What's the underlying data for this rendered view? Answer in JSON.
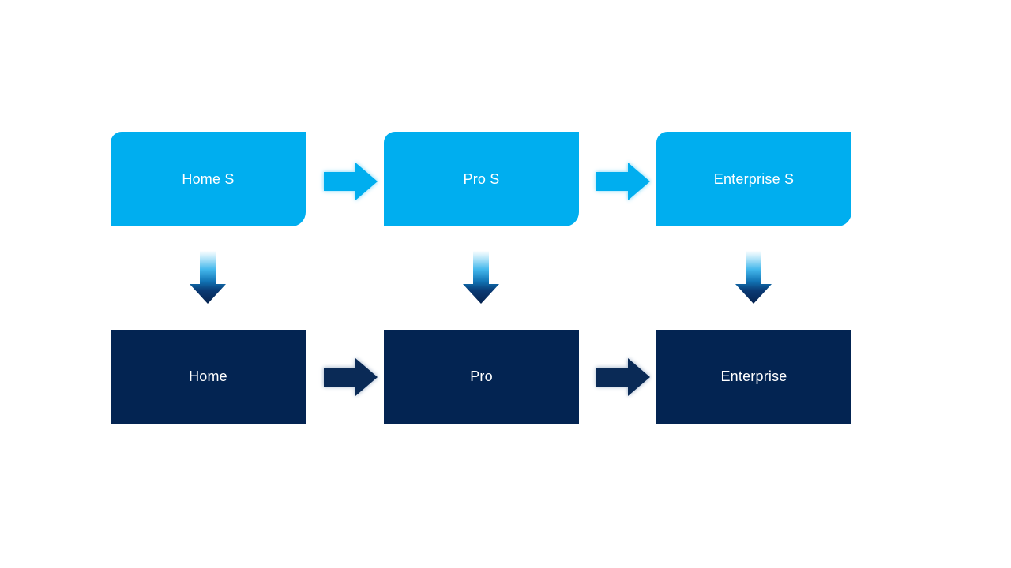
{
  "diagram": {
    "type": "flow",
    "columns": [
      {
        "top": "Home S",
        "bottom": "Home"
      },
      {
        "top": "Pro S",
        "bottom": "Pro"
      },
      {
        "top": "Enterprise S",
        "bottom": "Enterprise"
      }
    ],
    "icons": {
      "horizontal_connector": "right-arrow-icon",
      "vertical_connector": "down-arrow-icon"
    },
    "colors": {
      "background": "#FFFFFF",
      "top_box_fill": "#00AEEF",
      "bottom_box_fill": "#032452",
      "box_text": "#FFFFFF",
      "light_arrow_fill": "#00AEEF",
      "light_arrow_glow": "#9FE2FA",
      "dark_arrow_fill": "#0A2A56",
      "dark_arrow_glow": "#B6C3D4",
      "down_arrow_gradient_top": "#FFFFFF",
      "down_arrow_gradient_mid": "#44B8EC",
      "down_arrow_gradient_bottom": "#06224E"
    }
  }
}
